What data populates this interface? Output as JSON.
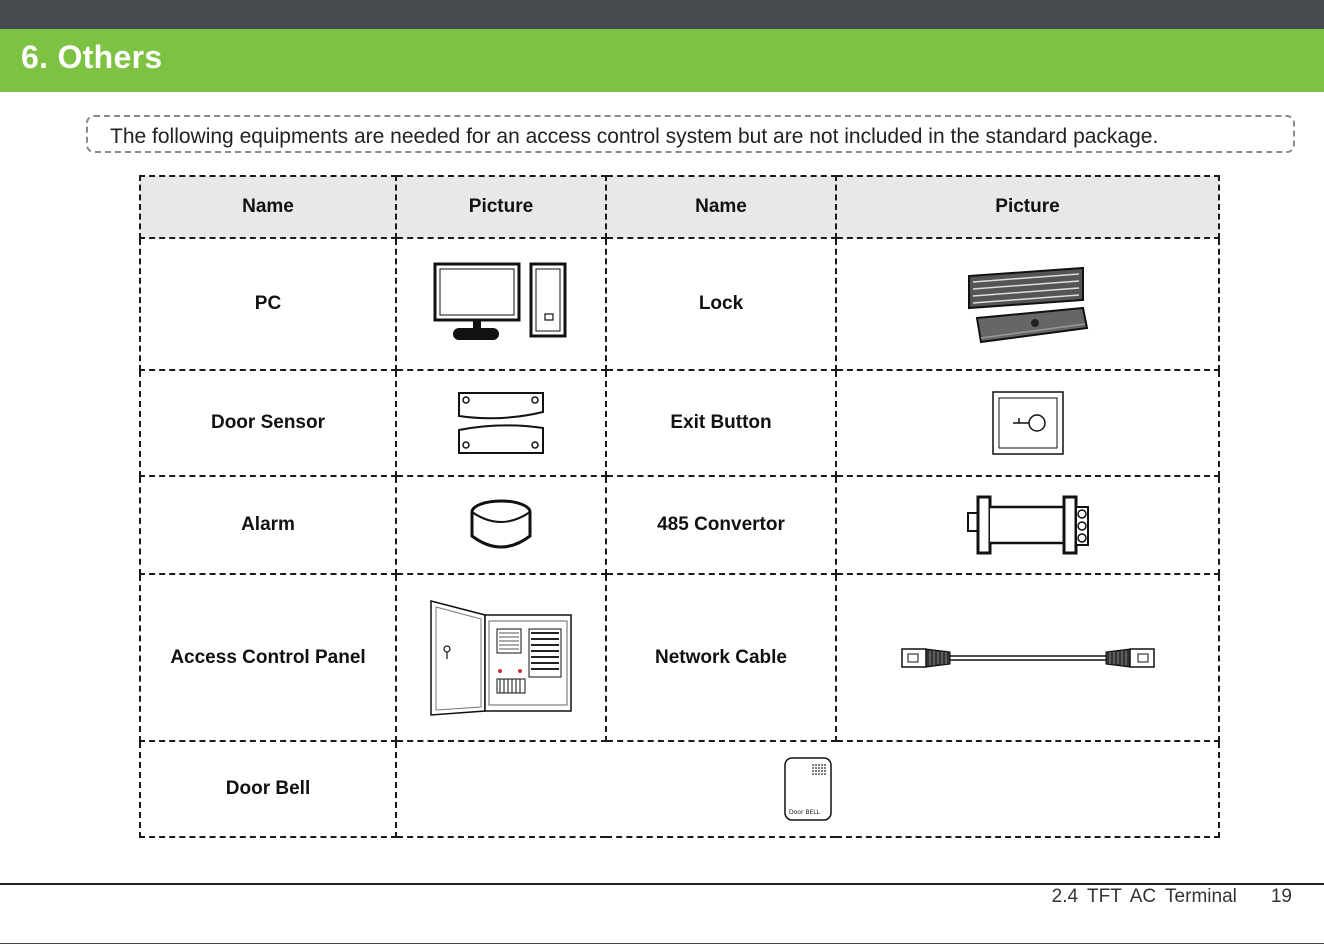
{
  "header": {
    "title": "6. Others"
  },
  "intro": "The following equipments are needed for an access control system but are not included in the standard package.",
  "table": {
    "headers": [
      "Name",
      "Picture",
      "Name",
      "Picture"
    ],
    "rows": [
      {
        "left": "PC",
        "left_icon": "pc-icon",
        "right": "Lock",
        "right_icon": "lock-icon"
      },
      {
        "left": "Door Sensor",
        "left_icon": "door-sensor-icon",
        "right": "Exit Button",
        "right_icon": "exit-button-icon"
      },
      {
        "left": "Alarm",
        "left_icon": "alarm-icon",
        "right": "485 Convertor",
        "right_icon": "485-convertor-icon"
      },
      {
        "left": "Access Control Panel",
        "left_icon": "access-control-panel-icon",
        "right": "Network Cable",
        "right_icon": "network-cable-icon"
      },
      {
        "left": "Door Bell",
        "left_icon": "door-bell-icon",
        "bell_label": "Door BELL"
      }
    ]
  },
  "footer": {
    "product": "2.4 TFT AC Terminal",
    "page": "19"
  }
}
